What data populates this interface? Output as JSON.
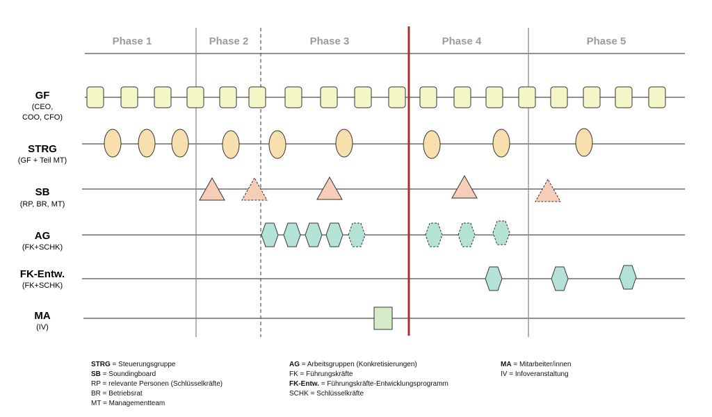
{
  "phases": [
    "Phase 1",
    "Phase 2",
    "Phase 3",
    "Phase 4",
    "Phase 5"
  ],
  "lanes": [
    {
      "id": "gf",
      "title": "GF",
      "subtitle_lines": [
        "(CEO,",
        "COO, CFO)"
      ]
    },
    {
      "id": "strg",
      "title": "STRG",
      "subtitle_lines": [
        "(GF + Teil MT)"
      ]
    },
    {
      "id": "sb",
      "title": "SB",
      "subtitle_lines": [
        "(RP, BR, MT)"
      ]
    },
    {
      "id": "ag",
      "title": "AG",
      "subtitle_lines": [
        "(FK+SCHK)"
      ]
    },
    {
      "id": "fk",
      "title": "FK-Entw.",
      "subtitle_lines": [
        "(FK+SCHK)"
      ]
    },
    {
      "id": "ma",
      "title": "MA",
      "subtitle_lines": [
        "(IV)"
      ]
    }
  ],
  "legend": {
    "col1": [
      {
        "abbr": "STRG",
        "bold": true,
        "text": " = Steuerungsgruppe"
      },
      {
        "abbr": "SB",
        "bold": true,
        "text": " = Soundingboard"
      },
      {
        "abbr": "RP",
        "bold": false,
        "text": " = relevante Personen (Schlüsselkräfte)"
      },
      {
        "abbr": "BR",
        "bold": false,
        "text": " = Betriebsrat"
      },
      {
        "abbr": "MT",
        "bold": false,
        "text": " = Managementteam"
      }
    ],
    "col2": [
      {
        "abbr": "AG",
        "bold": true,
        "text": " = Arbeitsgruppen (Konkretisierungen)"
      },
      {
        "abbr": "FK",
        "bold": false,
        "text": " = Führungskräfte"
      },
      {
        "abbr": "FK-Entw.",
        "bold": true,
        "text": " = Führungskräfte-Entwicklungsprogramm"
      },
      {
        "abbr": "SCHK",
        "bold": false,
        "text": " = Schlüsselkräfte"
      }
    ],
    "col3": [
      {
        "abbr": "MA",
        "bold": true,
        "text": " = Mitarbeiter/innen"
      },
      {
        "abbr": "IV",
        "bold": false,
        "text": " = Infoveranstaltung"
      }
    ]
  },
  "colors": {
    "gf_fill": "#f4f6c8",
    "strg_fill": "#f7dfae",
    "sb_fill": "#f6cdb6",
    "ag_fill": "#b5e2d6",
    "ma_fill": "#d3ebc8",
    "divider_red": "#a5312b",
    "phase_text": "#9b9b9b"
  }
}
